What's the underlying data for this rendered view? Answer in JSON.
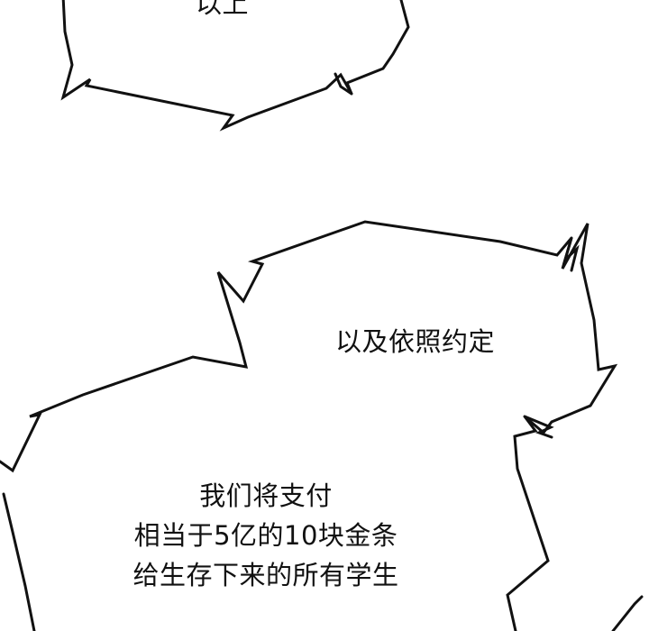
{
  "panel": {
    "background_color": "#ffffff",
    "ink_color": "#111111"
  },
  "bubble_top": {
    "text": "以上"
  },
  "bubble_middle": {
    "text": "以及依照约定"
  },
  "bubble_bottom": {
    "lines": [
      "我们将支付",
      "相当于5亿的10块金条",
      "给生存下来的所有学生"
    ]
  }
}
